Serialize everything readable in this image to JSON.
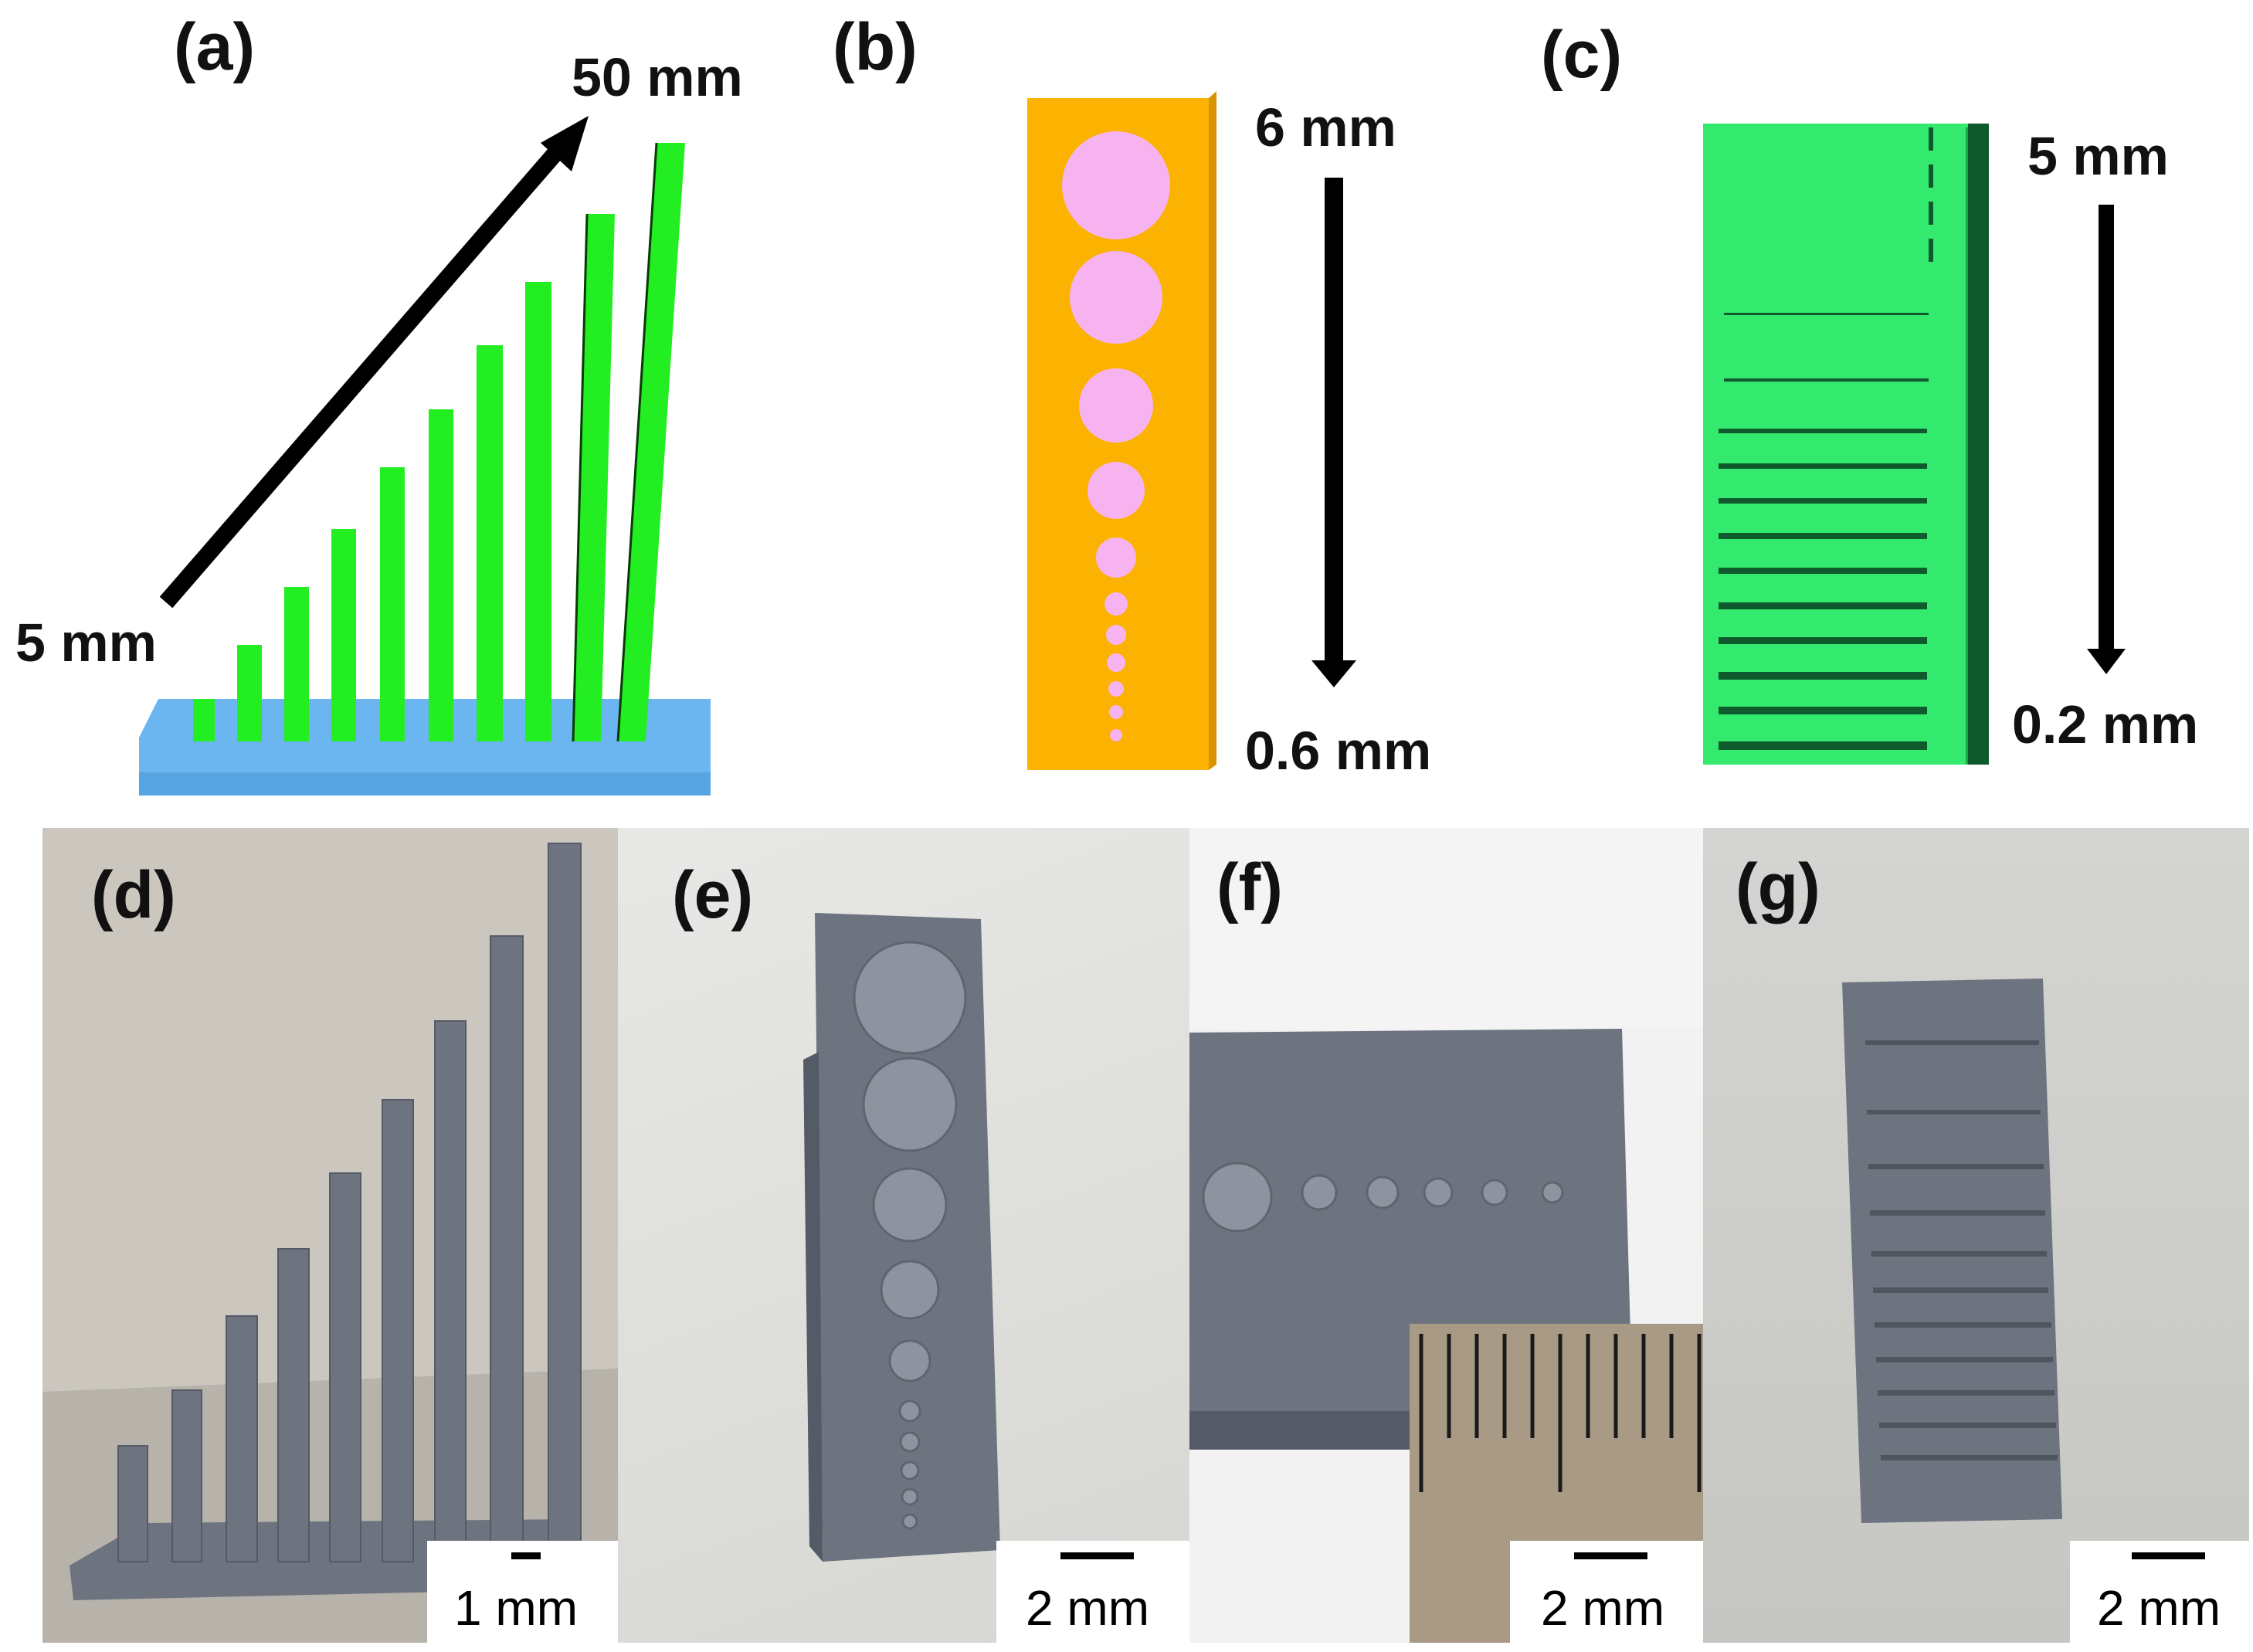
{
  "panels": {
    "a": {
      "letter": "(a)",
      "dim_top": "50 mm",
      "dim_bottom": "5 mm",
      "pillar_color": "#22ee22",
      "base_color": "#6bb6f0"
    },
    "b": {
      "letter": "(b)",
      "dim_top": "6 mm",
      "dim_bottom": "0.6 mm",
      "block_color": "#fbb200",
      "hole_color": "#f7b3f0"
    },
    "c": {
      "letter": "(c)",
      "dim_top": "5 mm",
      "dim_bottom": "0.2 mm",
      "block_color": "#33ea6e",
      "slot_color": "#0f5a2c"
    },
    "d": {
      "letter": "(d)",
      "scale": "1 mm"
    },
    "e": {
      "letter": "(e)",
      "scale": "2 mm"
    },
    "f": {
      "letter": "(f)",
      "scale": "2 mm"
    },
    "g": {
      "letter": "(g)",
      "scale": "2 mm"
    }
  },
  "colors": {
    "print_gray": "#6d7480",
    "print_dark": "#545b66"
  }
}
